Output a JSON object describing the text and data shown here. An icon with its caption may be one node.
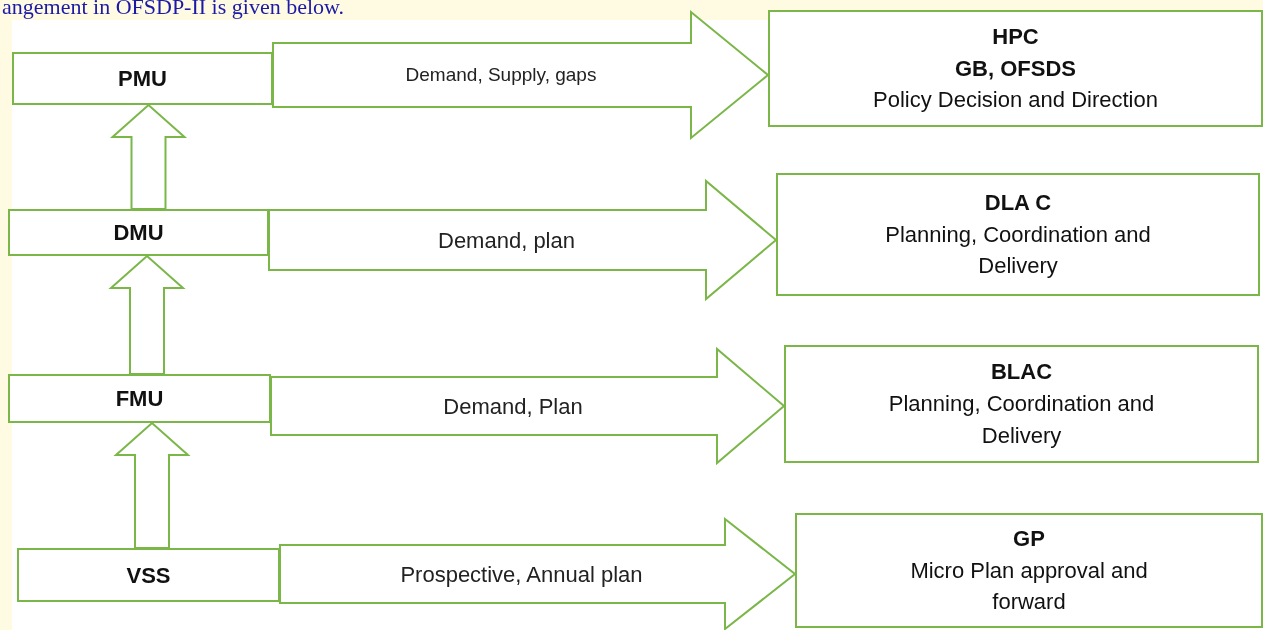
{
  "diagram": {
    "nodes": [
      {
        "text": [
          "PMU"
        ]
      },
      {
        "text": [
          "HPC",
          "GB, OFSDS",
          "Policy Decision and Direction"
        ]
      },
      {
        "text": [
          "DMU"
        ]
      },
      {
        "text": [
          "DLA C",
          "Planning, Coordination and Delivery"
        ]
      },
      {
        "text": [
          "FMU"
        ]
      },
      {
        "text": [
          "BLAC",
          "Planning, Coordination and Delivery"
        ]
      },
      {
        "text": [
          "VSS"
        ]
      },
      {
        "text": [
          "GP",
          "Micro Plan approval and forward"
        ]
      }
    ],
    "edges": [
      {
        "from": 2,
        "to": 0,
        "arrow": "to",
        "style": "thick"
      },
      {
        "from": 4,
        "to": 2,
        "arrow": "to",
        "style": "thick"
      },
      {
        "from": 6,
        "to": 4,
        "arrow": "to",
        "style": "thick"
      },
      {
        "from": 0,
        "to": 1,
        "arrow": "to",
        "style": "thick",
        "label": "Demand, Supply, gaps"
      },
      {
        "from": 2,
        "to": 3,
        "arrow": "to",
        "style": "thick",
        "label": "Demand, plan"
      },
      {
        "from": 4,
        "to": 5,
        "arrow": "to",
        "style": "thick",
        "label": "Demand, Plan"
      },
      {
        "from": 6,
        "to": 7,
        "arrow": "to",
        "style": "thick",
        "label": "Prospective, Annual plan"
      }
    ],
    "labels": [
      "angement in OFSDP-II is given below."
    ]
  }
}
